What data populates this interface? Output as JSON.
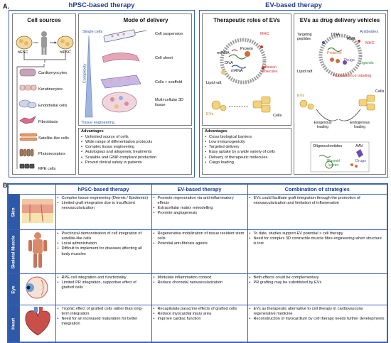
{
  "panelA": {
    "letter": "A.",
    "left_title": "hPSC-based therapy",
    "right_title": "EV-based therapy",
    "cell_sources": {
      "title": "Cell sources",
      "hesc": "hESC",
      "hipsc": "hiPSC",
      "items": [
        "Cardiomyocytes",
        "Keratinocytes",
        "Endothelial cells",
        "Fibroblasts",
        "Satellite-like cells",
        "Photoreceptors",
        "RPE cells"
      ]
    },
    "delivery": {
      "title": "Mode of delivery",
      "single_cells": "Single cells",
      "complexity": "Complexity",
      "tissue_engineering": "Tissue engineering",
      "modes": [
        "Cell suspension",
        "Cell sheet",
        "Cells + scaffold",
        "Multi-cellular 3D tissue"
      ]
    },
    "advantages_left": {
      "title": "Advantages",
      "items": [
        "Unlimited source of cells",
        "Wide range of differentiation protocols",
        "Complex tissue engineering",
        "Autologous and allogeneic treatments",
        "Scalable and GMP-compliant production",
        "Proved clinical safety in patients"
      ]
    },
    "roles": {
      "title": "Therapeutic roles of EVs",
      "mhc": "MHC",
      "protein": "Protein",
      "mirna": "miRNA",
      "dna": "DNA",
      "mrna": "mRNA",
      "adhesion": "Adhesion molecules",
      "lipid_raft": "Lipid raft",
      "evs": "EVs",
      "cells": "Cells"
    },
    "advantages_right": {
      "title": "Advantages",
      "items": [
        "Cross biological barriers",
        "Low immunogenicity",
        "Targeted delivery",
        "Easy uptake by a wide variety of cells",
        "Delivery of therapeutic molecules",
        "Cargo loading"
      ]
    },
    "vehicles": {
      "title": "EVs as drug delivery vehicles",
      "targeting": "Targeting peptides",
      "dna": "DNA",
      "rna": "RNA",
      "antibodies": "Antibodies",
      "proteins": "Proteins",
      "drugs": "Drugs",
      "mhc": "MHC",
      "ligands": "Ligands",
      "lipid_raft": "Lipid raft",
      "fluorescence": "Fluorescence labeling",
      "evs": "EVs",
      "cells": "Cells",
      "exo": "Exogenous loading",
      "endo": "Endogenous loading",
      "oligo": "Oligonucleotides",
      "aav": "AAV",
      "plasmid": "Plasmid /vector",
      "drugs2": "Drugs"
    }
  },
  "panelB": {
    "letter": "B.",
    "headers": [
      "hPSC-based therapy",
      "EV-based therapy",
      "Combination of strategies"
    ],
    "rows": [
      {
        "tissue": "Skin",
        "hpsc": [
          "Complex tissue engineering (Dermis / Epidermis)",
          "Limited graft integration due to insufficient neovascularization"
        ],
        "ev": [
          "Promote regeneration via anti-inflammatory effects",
          "Extracellular matrix remodelling",
          "Promote angiogenesis"
        ],
        "combo": [
          "EVs could facilitate graft integration through the promotion of neovascularization and limitation of inflammation"
        ]
      },
      {
        "tissue": "Skeletal Muscle",
        "hpsc": [
          "Preclinical demonstration of cell integration of satellite-like cells",
          "Local administration",
          "Difficult to implement for diseases affecting all body muscles"
        ],
        "ev": [
          "Regenerative mobilization of tissue resident stem cells",
          "Potential anti-fibrosis agents"
        ],
        "combo": [
          "To date, studies support EV potential > cell therapy",
          "Need for complex 3D contractile muscle fibre engineering when structure is lost"
        ]
      },
      {
        "tissue": "Eye",
        "hpsc": [
          "RPE cell integration and functionality",
          "Limited PR integration, supportive effect of grafted cells"
        ],
        "ev": [
          "Modulate inflammation context",
          "Reduce choroidal neovascularization"
        ],
        "combo": [
          "Both effects could be complementary",
          "PR grafting may be substituted by EVs"
        ]
      },
      {
        "tissue": "Heart",
        "hpsc": [
          "Trophic effect of grafted cells rather than long-term integration",
          "Need for an increased maturation for better integration"
        ],
        "ev": [
          "Recapitulate paracrine effects of grafted cells",
          "Reduce myocardial injury area",
          "Improve cardiac function"
        ],
        "combo": [
          "EVs as therapeutic alternative to cell therapy in cardiovascular regenerative medicine",
          "Reconstruction of myocardium by cell therapy needs further developments"
        ]
      }
    ]
  }
}
